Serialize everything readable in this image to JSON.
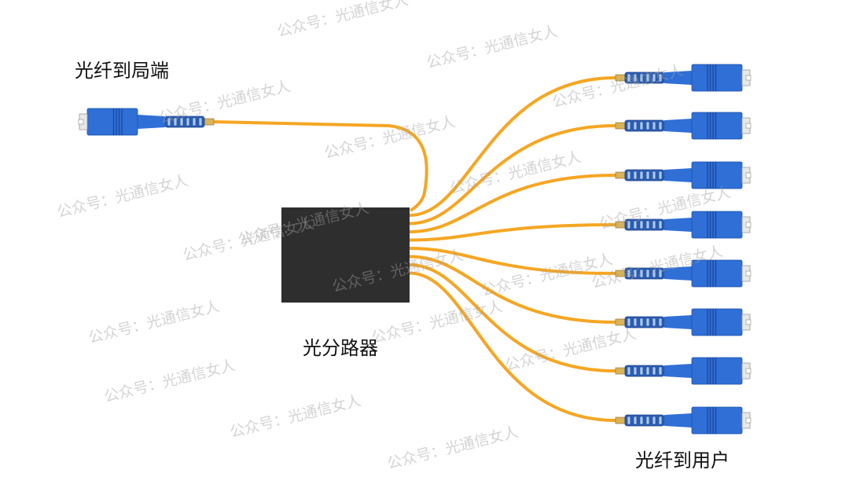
{
  "labels": {
    "central_office": "光纤到局端",
    "splitter": "光分路器",
    "users": "光纤到用户"
  },
  "watermark": "公众号：光通信女人",
  "colors": {
    "fiber": "#f5a623",
    "connector": "#2f6fd6",
    "splitter_box": "#2e2e2e",
    "ferrule": "#d9b35a"
  },
  "output_port_count": 8
}
